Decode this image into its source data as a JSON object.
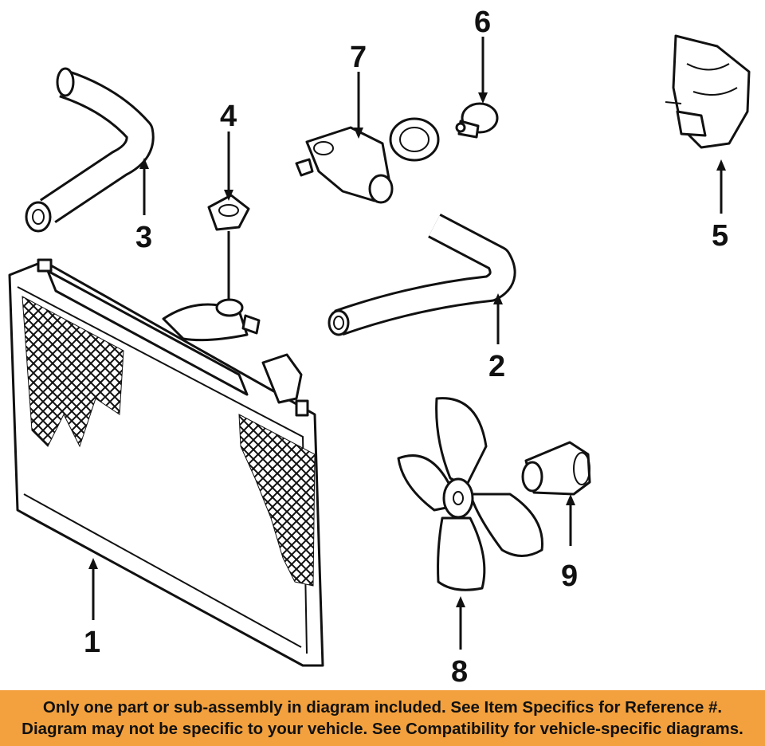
{
  "callouts": {
    "c1": "1",
    "c2": "2",
    "c3": "3",
    "c4": "4",
    "c5": "5",
    "c6": "6",
    "c7": "7",
    "c8": "8",
    "c9": "9"
  },
  "banner": {
    "line1": "Only one part or sub-assembly in diagram included. See Item Specifics for Reference #.",
    "line2": "Diagram may not be specific to your vehicle. See Compatibility for vehicle-specific diagrams."
  },
  "colors": {
    "banner_bg": "#f2a13e",
    "ink": "#111111"
  }
}
